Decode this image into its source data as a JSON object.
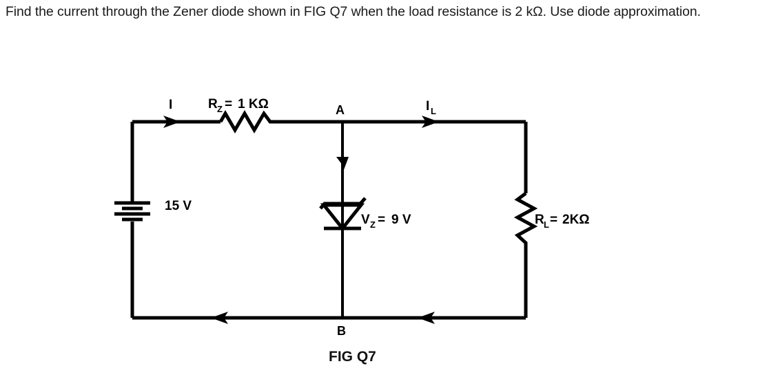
{
  "question": {
    "text": "Find the current through the Zener diode shown in FIG Q7 when the load resistance is 2 kΩ. Use diode approximation."
  },
  "figure": {
    "caption": "FIG Q7",
    "nodes": {
      "top_node_label": "A",
      "bottom_node_label": "B"
    },
    "source": {
      "name": "dc-voltage-source",
      "label": "15 V"
    },
    "series_resistor": {
      "name": "series-resistor",
      "symbol": "R",
      "subscript": "Z",
      "equals": "=",
      "value": "1 KΩ",
      "label_full": "RZ = 1 KΩ"
    },
    "load_resistor": {
      "name": "load-resistor",
      "symbol": "R",
      "subscript": "L",
      "equals": "=",
      "value": "2KΩ",
      "label_full": "RL = 2KΩ"
    },
    "zener": {
      "name": "zener-diode",
      "symbol": "V",
      "subscript": "Z",
      "equals": "=",
      "value": "9 V",
      "label_full": "VZ = 9 V"
    },
    "currents": {
      "source_current": "I",
      "load_current_symbol": "I",
      "load_current_subscript": "L"
    }
  },
  "colors": {
    "ink": "#000000",
    "text": "#1a1a1a",
    "background": "#ffffff"
  }
}
